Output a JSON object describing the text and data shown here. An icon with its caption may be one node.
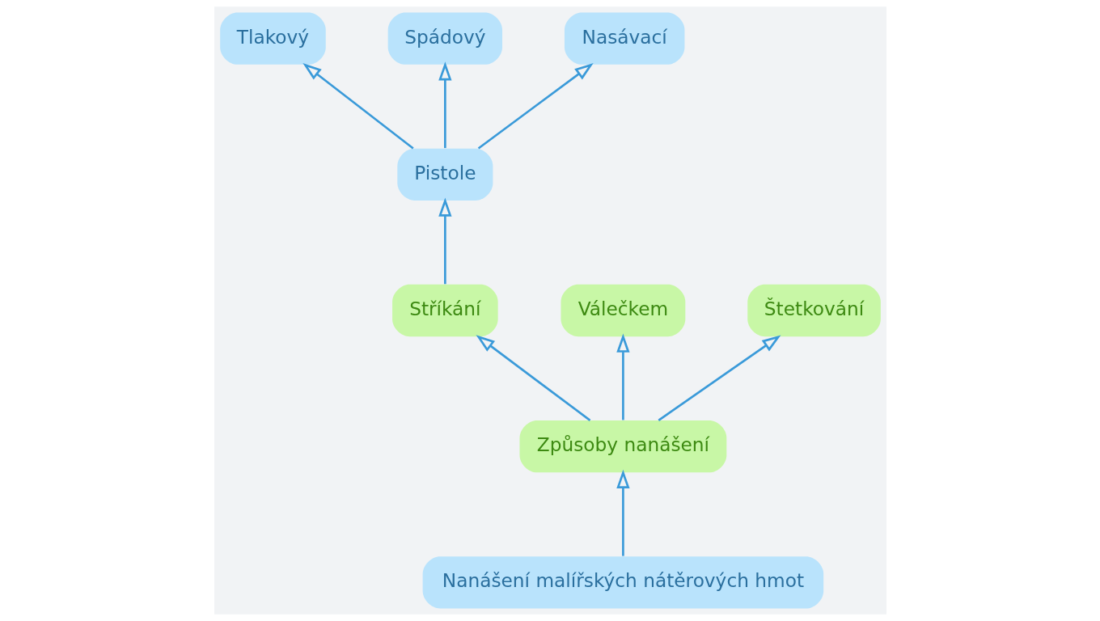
{
  "diagram": {
    "nodes": [
      {
        "text": [
          "Tlakový"
        ]
      },
      {
        "text": [
          "Spádový"
        ]
      },
      {
        "text": [
          "Nasávací"
        ]
      },
      {
        "text": [
          "Pistole"
        ]
      },
      {
        "text": [
          "Stříkání"
        ]
      },
      {
        "text": [
          "Válečkem"
        ]
      },
      {
        "text": [
          "Štetkování"
        ]
      },
      {
        "text": [
          "Způsoby nanášení"
        ]
      },
      {
        "text": [
          "Nanášení malířských nátěrových hmot"
        ]
      }
    ],
    "edges": [
      {
        "from": 8,
        "to": 7,
        "arrow": "to"
      },
      {
        "from": 7,
        "to": 4,
        "arrow": "to"
      },
      {
        "from": 7,
        "to": 5,
        "arrow": "to"
      },
      {
        "from": 7,
        "to": 6,
        "arrow": "to"
      },
      {
        "from": 4,
        "to": 3,
        "arrow": "to"
      },
      {
        "from": 3,
        "to": 0,
        "arrow": "to"
      },
      {
        "from": 3,
        "to": 1,
        "arrow": "to"
      },
      {
        "from": 3,
        "to": 2,
        "arrow": "to"
      }
    ]
  }
}
